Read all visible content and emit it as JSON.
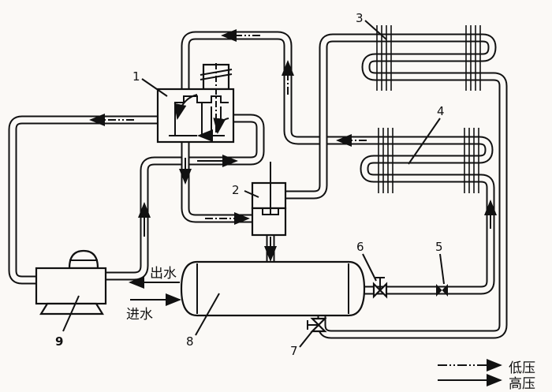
{
  "components": [
    {
      "number": "1"
    },
    {
      "number": "2"
    },
    {
      "number": "3"
    },
    {
      "number": "4"
    },
    {
      "number": "5"
    },
    {
      "number": "6"
    },
    {
      "number": "7"
    },
    {
      "number": "8"
    },
    {
      "number": "9"
    }
  ],
  "water": {
    "outlet": "出水",
    "inlet": "进水"
  },
  "legend": {
    "low_pressure": "低压",
    "high_pressure": "高压"
  },
  "colors": {
    "line": "#111111",
    "background": "#fbf9f6"
  }
}
